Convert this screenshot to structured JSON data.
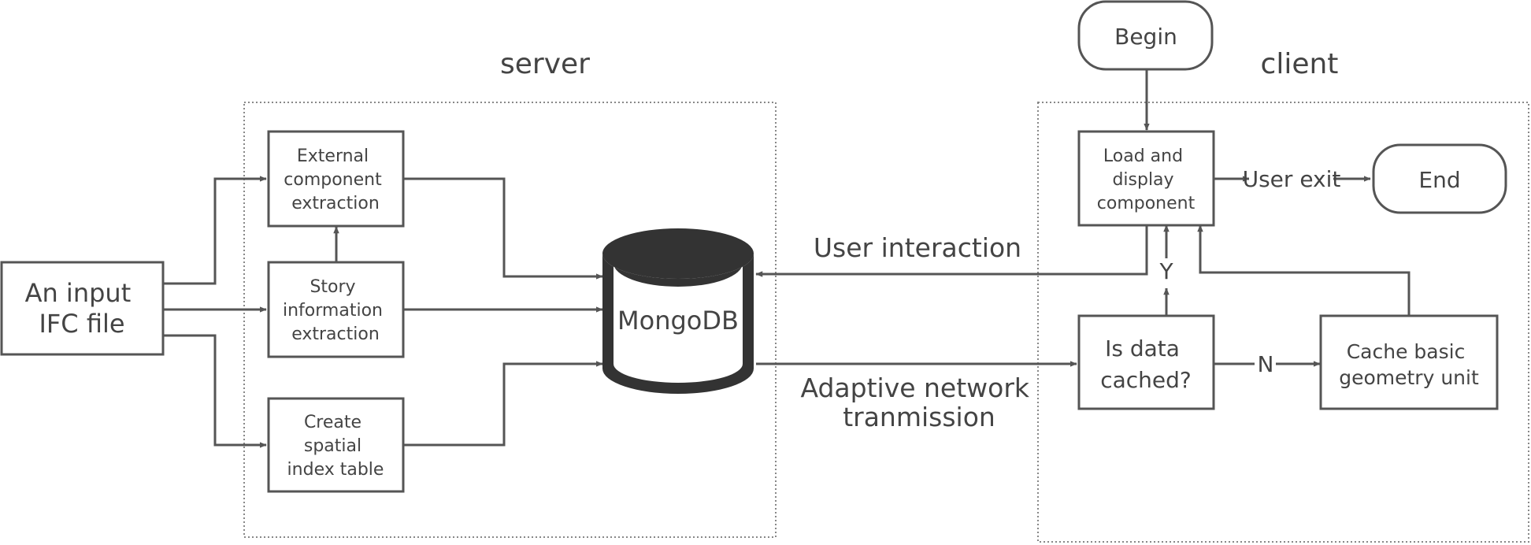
{
  "regions": {
    "server": "server",
    "client": "client"
  },
  "nodes": {
    "input_file": [
      "An input",
      "IFC file"
    ],
    "external_extraction": [
      "External",
      "component",
      "extraction"
    ],
    "story_extraction": [
      "Story",
      "information",
      "extraction"
    ],
    "spatial_index": [
      "Create",
      "spatial",
      "index table"
    ],
    "mongodb": "MongoDB",
    "begin": "Begin",
    "end": "End",
    "load_display": [
      "Load and",
      "display",
      "component"
    ],
    "is_cached": [
      "Is data",
      "cached?"
    ],
    "cache_unit": [
      "Cache basic",
      "geometry unit"
    ]
  },
  "edge_labels": {
    "user_interaction": "User interaction",
    "adaptive_transmission": [
      "Adaptive  network",
      "tranmission"
    ],
    "user_exit": "User exit",
    "yes": "Y",
    "no": "N"
  },
  "colors": {
    "stroke": "#555555",
    "text": "#444444",
    "database_fill": "#333333",
    "region_border": "#888888"
  }
}
